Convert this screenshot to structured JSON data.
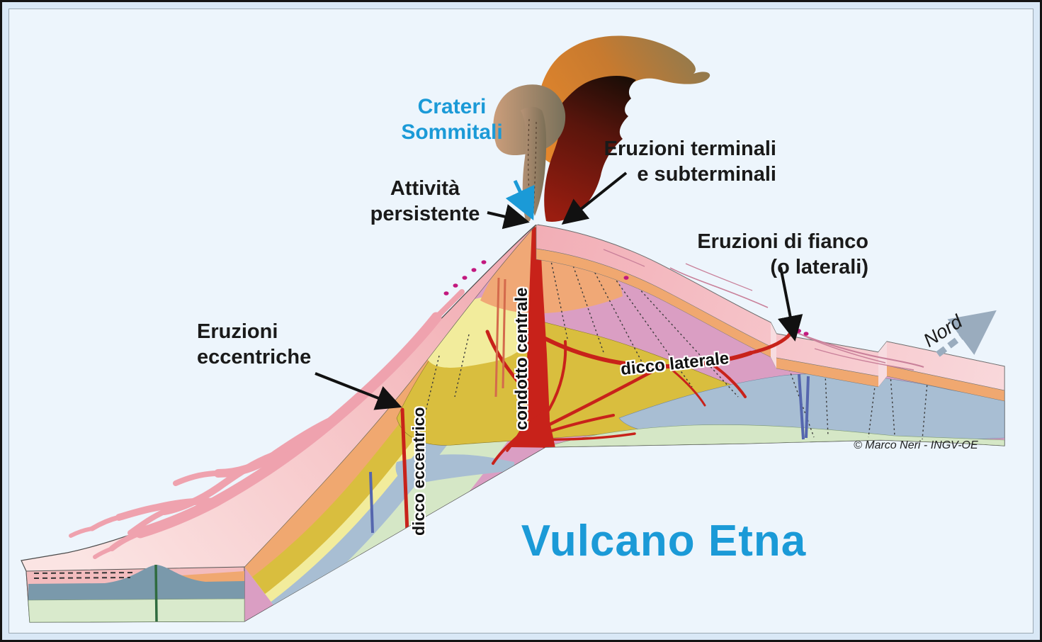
{
  "title": {
    "text": "Vulcano Etna"
  },
  "credit": "© Marco Neri - INGV-OE",
  "labels": {
    "crateri_sommitali": {
      "line1": "Crateri",
      "line2": "Sommitali"
    },
    "attivita_persistente": {
      "line1": "Attività",
      "line2": "persistente"
    },
    "eruzioni_terminali": {
      "line1": "Eruzioni terminali",
      "line2": "e subterminali"
    },
    "eruzioni_fianco": {
      "line1": "Eruzioni di fianco",
      "line2": "(o laterali)"
    },
    "eruzioni_eccentriche": {
      "line1": "Eruzioni",
      "line2": "eccentriche"
    },
    "dicco_laterale": "dicco laterale",
    "condotto_centrale": "condotto centrale",
    "dicco_eccentrico": "dicco eccentrico",
    "nord": "Nord"
  },
  "colors": {
    "accent_blue": "#1B9AD7",
    "label_black": "#1A1A1A",
    "background": "#EDF5FC",
    "surface_pink": "#F5BDC1",
    "lava_flow_pink": "#EFA2AE",
    "orange_layer": "#F0A870",
    "mauve_layer": "#DA9EC3",
    "yellow_core": "#D9BE3E",
    "light_yellow": "#F2EC9C",
    "blue_gray_layer": "#A8BED3",
    "green_layer": "#D5E7C6",
    "slate_layer": "#7A99AB",
    "dike_red": "#C8221A",
    "dike_blue": "#5566AE",
    "dike_dark_green": "#2F6B3F",
    "vent_magenta": "#C2187E"
  }
}
